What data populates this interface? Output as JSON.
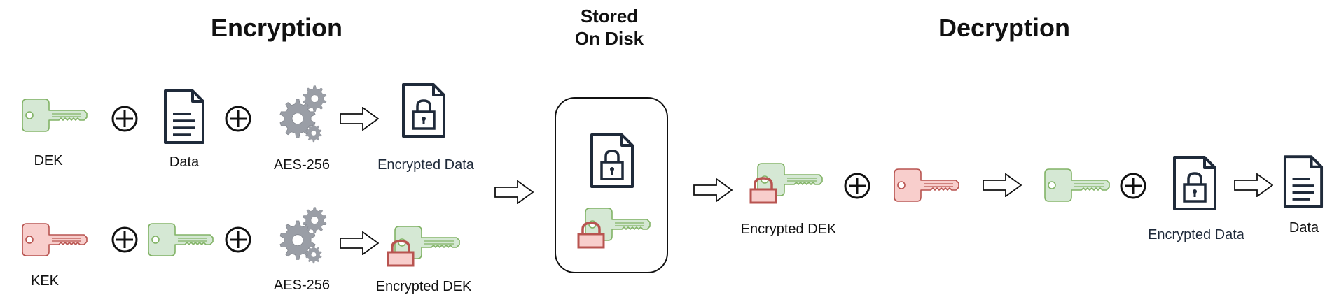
{
  "headings": {
    "encryption": "Encryption",
    "stored_line1": "Stored",
    "stored_line2": "On Disk",
    "decryption": "Decryption"
  },
  "labels": {
    "dek": "DEK",
    "data": "Data",
    "aes_top": "AES-256",
    "encrypted_data_top": "Encrypted Data",
    "kek": "KEK",
    "aes_bottom": "AES-256",
    "encrypted_dek_bottom": "Encrypted DEK",
    "encrypted_dek_decrypt": "Encrypted DEK",
    "encrypted_data_decrypt": "Encrypted Data",
    "data_result": "Data"
  },
  "colors": {
    "dek_key_fill": "#d5e8d4",
    "dek_key_stroke": "#82b366",
    "kek_key_fill": "#f8cecc",
    "kek_key_stroke": "#b85450",
    "icon_navy": "#1f2a3a",
    "gear_gray": "#9a9ea6"
  }
}
